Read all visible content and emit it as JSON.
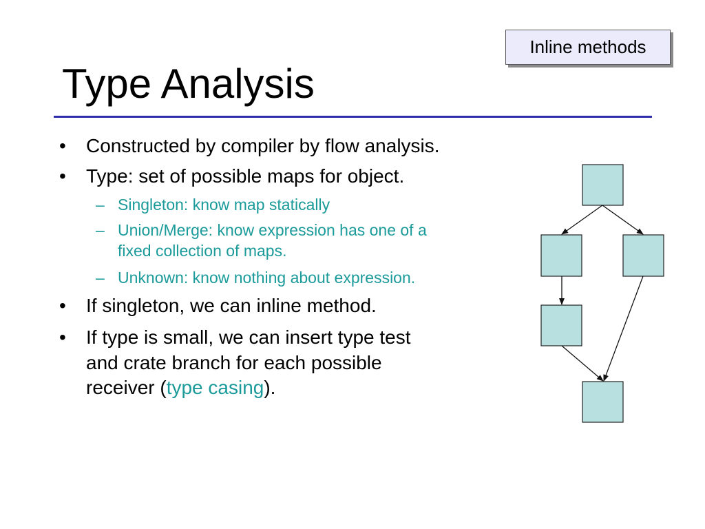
{
  "slide": {
    "badge": "Inline methods",
    "title": "Type Analysis",
    "bullet_glyph": "•",
    "dash_glyph": "–",
    "bullets": [
      "Constructed by compiler by flow analysis.",
      "Type: set of possible maps for object."
    ],
    "sub_bullets": [
      "Singleton: know map statically",
      "Union/Merge: know expression has one of a",
      "fixed collection of maps.",
      "Unknown: know nothing about expression."
    ],
    "bullet3": "If singleton, we can inline method.",
    "bullet4_lines": [
      "If type is small, we can insert type test",
      "and crate branch for each possible"
    ],
    "bullet4_last_prefix": "receiver (",
    "bullet4_highlight": "type casing",
    "bullet4_last_suffix": ")."
  },
  "colors": {
    "title_rule": "#2e2ea8",
    "sub_bullet_text": "#1b9a9a",
    "badge_fill": "#ecebfb",
    "node_fill": "#b9e0e0",
    "node_stroke": "#222222"
  },
  "diagram": {
    "nodes": [
      "node-top",
      "node-left",
      "node-right",
      "node-left-lower",
      "node-bottom"
    ],
    "edges": [
      [
        "node-top",
        "node-left"
      ],
      [
        "node-top",
        "node-right"
      ],
      [
        "node-left",
        "node-left-lower"
      ],
      [
        "node-left-lower",
        "node-bottom"
      ],
      [
        "node-right",
        "node-bottom"
      ]
    ]
  }
}
